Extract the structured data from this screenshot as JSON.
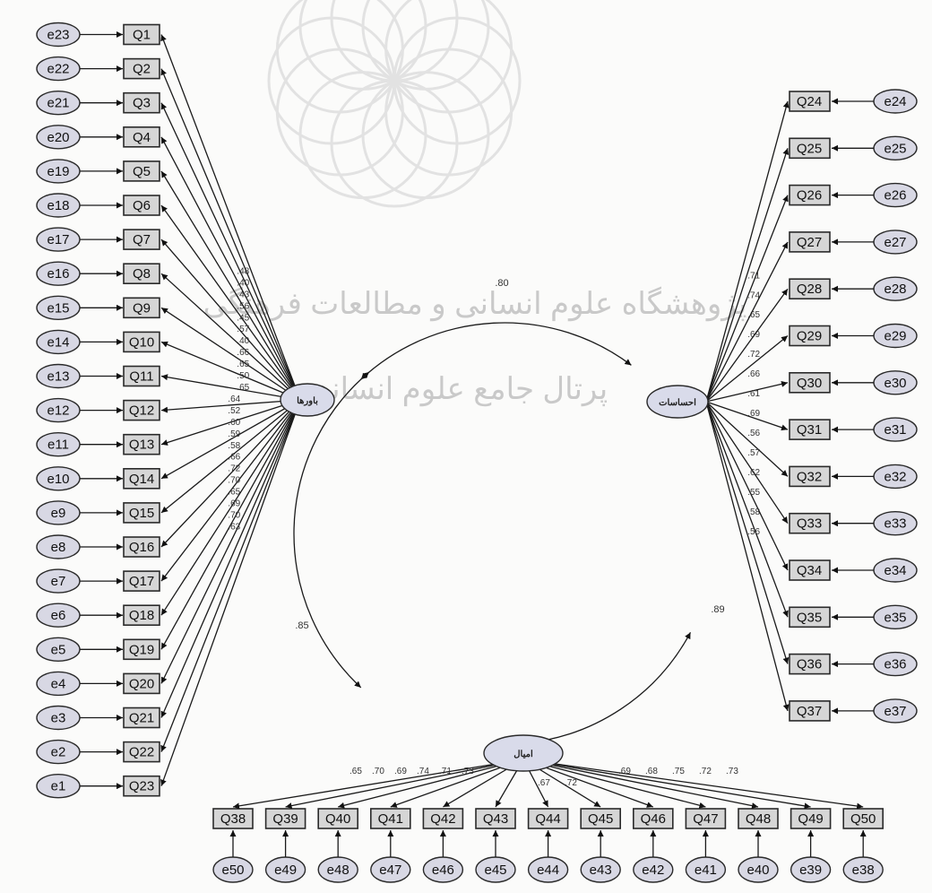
{
  "diagram": {
    "latents": {
      "left": "باورها",
      "right": "احساسات",
      "bottom": "امیال"
    },
    "covariances": {
      "left_right": ".80",
      "left_bottom": ".85",
      "right_bottom": ".89"
    },
    "left_group": [
      {
        "item": "Q1",
        "error": "e23",
        "loading": ".48"
      },
      {
        "item": "Q2",
        "error": "e22",
        "loading": ".40"
      },
      {
        "item": "Q3",
        "error": "e21",
        "loading": ".43"
      },
      {
        "item": "Q4",
        "error": "e20",
        "loading": ".56"
      },
      {
        "item": "Q5",
        "error": "e19",
        "loading": ".45"
      },
      {
        "item": "Q6",
        "error": "e18",
        "loading": ".57"
      },
      {
        "item": "Q7",
        "error": "e17",
        "loading": ".40"
      },
      {
        "item": "Q8",
        "error": "e16",
        "loading": ".66"
      },
      {
        "item": "Q9",
        "error": "e15",
        "loading": ".65"
      },
      {
        "item": "Q10",
        "error": "e14",
        "loading": ".50"
      },
      {
        "item": "Q11",
        "error": "e13",
        "loading": ".65"
      },
      {
        "item": "Q12",
        "error": "e12",
        "loading": ".64"
      },
      {
        "item": "Q13",
        "error": "e11",
        "loading": ".52"
      },
      {
        "item": "Q14",
        "error": "e10",
        "loading": ".60"
      },
      {
        "item": "Q15",
        "error": "e9",
        "loading": ".59"
      },
      {
        "item": "Q16",
        "error": "e8",
        "loading": ".58"
      },
      {
        "item": "Q17",
        "error": "e7",
        "loading": ".66"
      },
      {
        "item": "Q18",
        "error": "e6",
        "loading": ".72"
      },
      {
        "item": "Q19",
        "error": "e5",
        "loading": ".70"
      },
      {
        "item": "Q20",
        "error": "e4",
        "loading": ".65"
      },
      {
        "item": "Q21",
        "error": "e3",
        "loading": ".69"
      },
      {
        "item": "Q22",
        "error": "e2",
        "loading": ".70"
      },
      {
        "item": "Q23",
        "error": "e1",
        "loading": ".63"
      }
    ],
    "right_group": [
      {
        "item": "Q24",
        "error": "e24",
        "loading": ".71"
      },
      {
        "item": "Q25",
        "error": "e25",
        "loading": ".74"
      },
      {
        "item": "Q26",
        "error": "e26",
        "loading": ".65"
      },
      {
        "item": "Q27",
        "error": "e27",
        "loading": ".69"
      },
      {
        "item": "Q28",
        "error": "e28",
        "loading": ".72"
      },
      {
        "item": "Q29",
        "error": "e29",
        "loading": ".66"
      },
      {
        "item": "Q30",
        "error": "e30",
        "loading": ".61"
      },
      {
        "item": "Q31",
        "error": "e31",
        "loading": ".69"
      },
      {
        "item": "Q32",
        "error": "e32",
        "loading": ".56"
      },
      {
        "item": "Q33",
        "error": "e33",
        "loading": ".57"
      },
      {
        "item": "Q34",
        "error": "e34",
        "loading": ".62"
      },
      {
        "item": "Q35",
        "error": "e35",
        "loading": ".55"
      },
      {
        "item": "Q36",
        "error": "e36",
        "loading": ".58"
      },
      {
        "item": "Q37",
        "error": "e37",
        "loading": ".56"
      }
    ],
    "bottom_group": [
      {
        "item": "Q38",
        "error": "e50",
        "loading": ".65"
      },
      {
        "item": "Q39",
        "error": "e49",
        "loading": ".70"
      },
      {
        "item": "Q40",
        "error": "e48",
        "loading": ".69"
      },
      {
        "item": "Q41",
        "error": "e47",
        "loading": ".74"
      },
      {
        "item": "Q42",
        "error": "e46",
        "loading": ".71"
      },
      {
        "item": "Q43",
        "error": "e45",
        "loading": ".73"
      },
      {
        "item": "Q44",
        "error": "e44",
        "loading": ".67"
      },
      {
        "item": "Q45",
        "error": "e43",
        "loading": ".72"
      },
      {
        "item": "Q46",
        "error": "e42",
        "loading": ".69"
      },
      {
        "item": "Q47",
        "error": "e41",
        "loading": ".68"
      },
      {
        "item": "Q48",
        "error": "e40",
        "loading": ".75"
      },
      {
        "item": "Q49",
        "error": "e39",
        "loading": ".72"
      },
      {
        "item": "Q50",
        "error": "e38",
        "loading": ".73"
      }
    ],
    "watermark": {
      "line1": "پژوهشگاه علوم انسانی و مطالعات فرهنگی",
      "line2": "پرتال جامع علوم انسانی"
    }
  }
}
